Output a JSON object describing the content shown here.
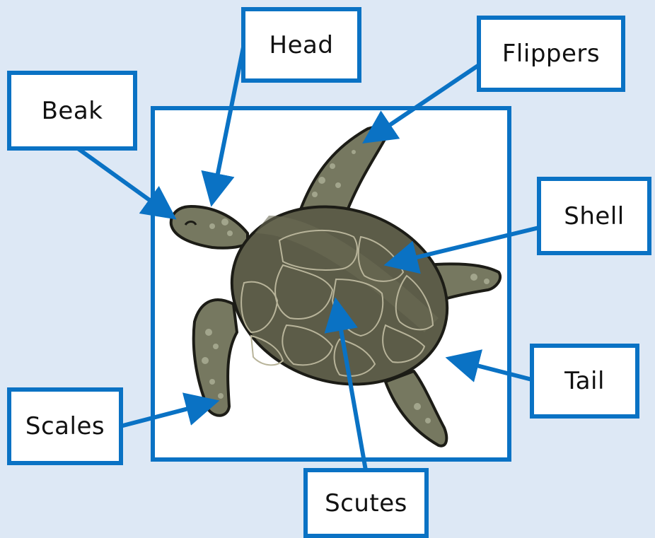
{
  "colors": {
    "background": "#dde8f5",
    "accent": "#0a72c4",
    "shell": "#5c5c48",
    "skin": "#767860",
    "spots": "#a2a58c"
  },
  "subject": "sea-turtle",
  "labels": {
    "head": "Head",
    "flippers": "Flippers",
    "beak": "Beak",
    "shell": "Shell",
    "tail": "Tail",
    "scales": "Scales",
    "scutes": "Scutes"
  }
}
